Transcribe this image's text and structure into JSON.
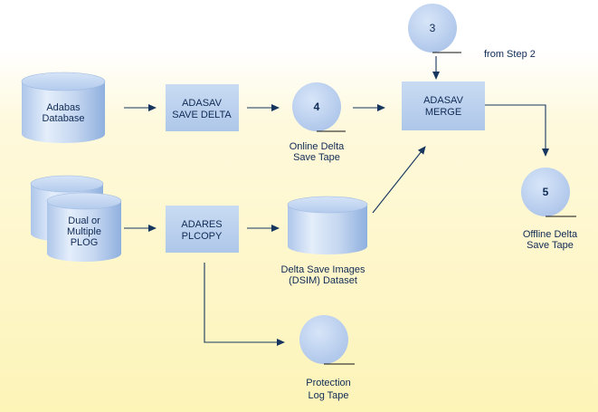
{
  "diagram": {
    "colors": {
      "background_top": "#ffffff",
      "background_bottom": "#fdf4b8",
      "node_fill": "#bed3ee",
      "node_edge": "#7fa2cf",
      "text": "#0f2a55",
      "arrow": "#16365f"
    },
    "nodes": {
      "adabas_database": {
        "line1": "Adabas",
        "line2": "Database"
      },
      "plog": {
        "line1": "Dual or",
        "line2": "Multiple",
        "line3": "PLOG"
      },
      "adasav_save_delta": {
        "line1": "ADASAV",
        "line2": "SAVE DELTA"
      },
      "adares_plcopy": {
        "line1": "ADARES",
        "line2": "PLCOPY"
      },
      "online_delta_tape": {
        "number": "4",
        "line1": "Online Delta",
        "line2": "Save Tape"
      },
      "dsim_dataset": {
        "line1": "Delta Save Images",
        "line2": "(DSIM) Dataset"
      },
      "step2_tape": {
        "number": "3",
        "note": "from Step 2"
      },
      "adasav_merge": {
        "line1": "ADASAV",
        "line2": "MERGE"
      },
      "offline_delta_tape": {
        "number": "5",
        "line1": "Offline Delta",
        "line2": "Save Tape"
      },
      "protection_log_tape": {
        "line1": "Protection",
        "line2": "Log Tape"
      }
    }
  }
}
